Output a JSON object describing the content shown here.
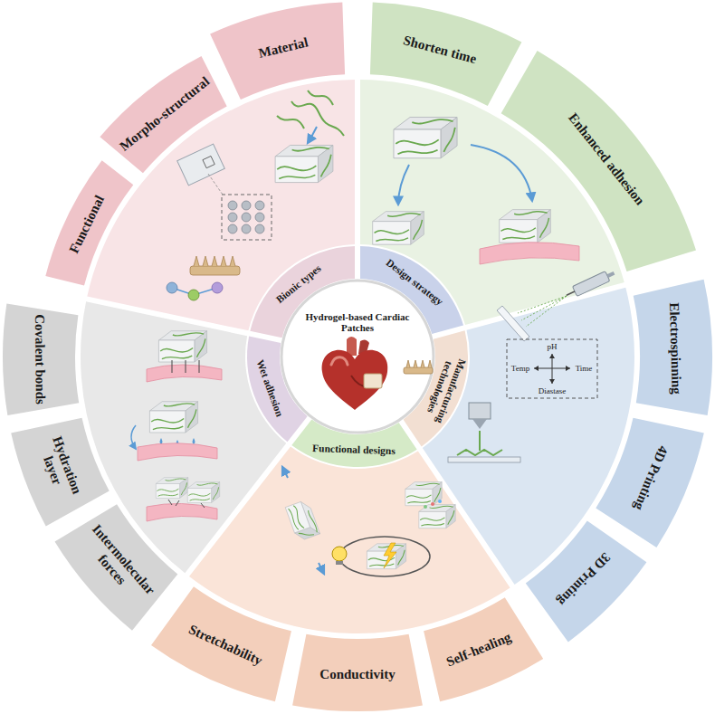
{
  "diagram": {
    "nodes": [
      {
        "text": [
          "Hydrogel-based Cardiac Patches"
        ]
      },
      {
        "text": [
          "Bionic types"
        ]
      },
      {
        "text": [
          "Design strategy"
        ]
      },
      {
        "text": [
          "Manufacturing technologies"
        ]
      },
      {
        "text": [
          "Functional designs"
        ]
      },
      {
        "text": [
          "Wet adhesion"
        ]
      },
      {
        "text": [
          "Material"
        ]
      },
      {
        "text": [
          "Morpho-structural"
        ]
      },
      {
        "text": [
          "Functional"
        ]
      },
      {
        "text": [
          "Shorten time"
        ]
      },
      {
        "text": [
          "Enhanced adhesion"
        ]
      },
      {
        "text": [
          "Electrospinning"
        ]
      },
      {
        "text": [
          "4D Printing"
        ]
      },
      {
        "text": [
          "3D Printing"
        ]
      },
      {
        "text": [
          "Self-healing"
        ]
      },
      {
        "text": [
          "Conductivity"
        ]
      },
      {
        "text": [
          "Stretchability"
        ]
      },
      {
        "text": [
          "Intermolecular forces"
        ]
      },
      {
        "text": [
          "Hydration layer"
        ]
      },
      {
        "text": [
          "Covalent bonds"
        ]
      }
    ],
    "labels": [
      "Temp",
      "Time",
      "pH",
      "Diastase"
    ]
  }
}
